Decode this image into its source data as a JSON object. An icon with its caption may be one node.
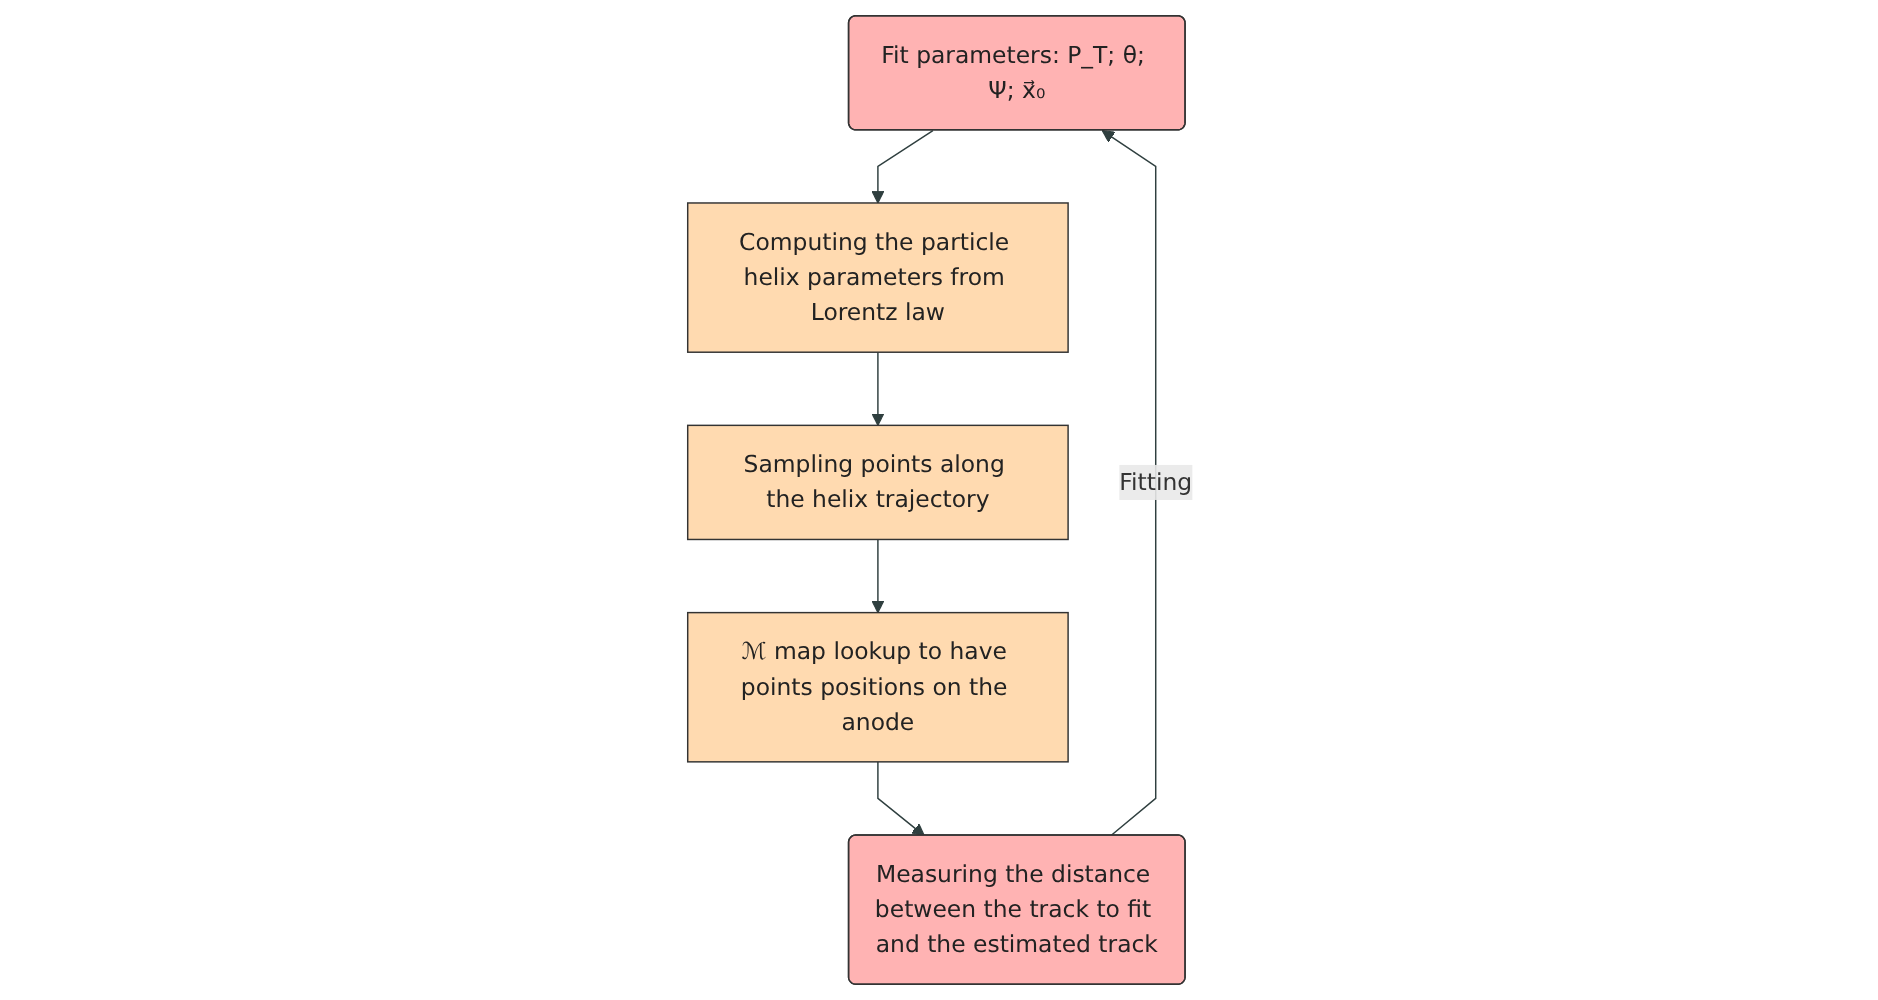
{
  "diagram": {
    "nodes": [
      {
        "text": [
          "Fit parameters: P_T; θ; Ψ; x⃗₀"
        ]
      },
      {
        "text": [
          "Computing the particle helix parameters from Lorentz law"
        ]
      },
      {
        "text": [
          "Sampling points along the helix trajectory"
        ]
      },
      {
        "text": [
          "ℳ map lookup to have points positions on the anode"
        ]
      },
      {
        "text": [
          "Measuring the distance between the track to fit and the estimated track"
        ]
      }
    ],
    "edges": [
      {
        "from": 0,
        "to": 1,
        "arrow": "to"
      },
      {
        "from": 1,
        "to": 2,
        "arrow": "to"
      },
      {
        "from": 2,
        "to": 3,
        "arrow": "to"
      },
      {
        "from": 3,
        "to": 4,
        "arrow": "to"
      },
      {
        "from": 4,
        "to": 0,
        "arrow": "to",
        "label": "Fitting"
      }
    ]
  }
}
